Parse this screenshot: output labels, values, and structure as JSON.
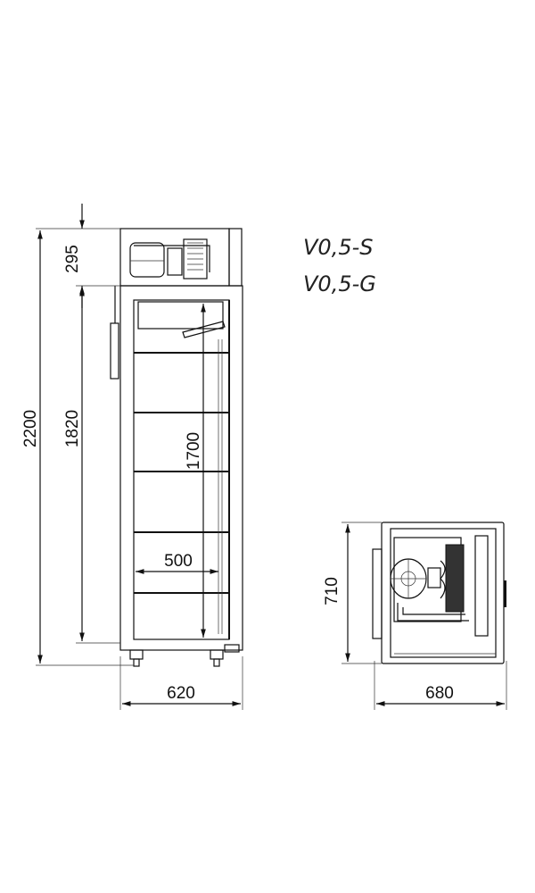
{
  "models": [
    "V0,5-S",
    "V0,5-G"
  ],
  "dimensions": {
    "total_height": "2200",
    "cabinet_height": "1820",
    "unit_height": "295",
    "interior_height": "1700",
    "interior_width": "500",
    "cabinet_width": "620",
    "top_depth": "710",
    "top_width": "680"
  }
}
